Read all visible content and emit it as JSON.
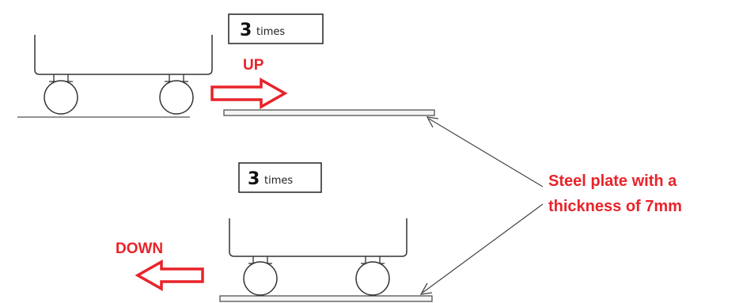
{
  "colors": {
    "accent_red": "#e8232a",
    "line": "#333333",
    "plate_fill": "#f4f4f4"
  },
  "top_step": {
    "count_number": "3",
    "count_word": "times",
    "direction_label": "UP",
    "arrow_icon": "arrow-right-icon"
  },
  "bottom_step": {
    "count_number": "3",
    "count_word": "times",
    "direction_label": "DOWN",
    "arrow_icon": "arrow-left-icon"
  },
  "callout": {
    "line1": "Steel plate with a",
    "line2": "thickness of 7mm"
  }
}
